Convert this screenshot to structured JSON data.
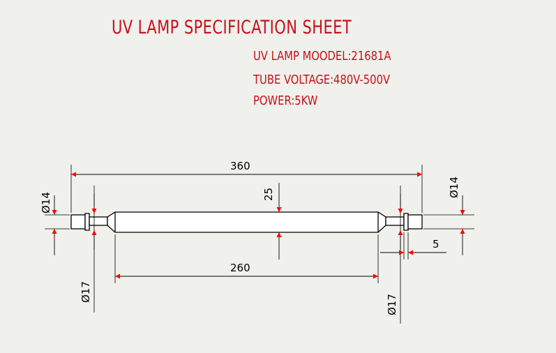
{
  "sheet": {
    "title": "UV LAMP SPECIFICATION SHEET",
    "specs": {
      "model": "UV LAMP MOODEL:21681A",
      "voltage": "TUBE VOLTAGE:480V-500V",
      "power": "POWER:5KW"
    }
  },
  "dimensions": {
    "overall_length": "360",
    "tube_length": "260",
    "tube_diameter": "25",
    "cap_diameter_left": "Ø14",
    "cap_diameter_right": "Ø14",
    "neck_diameter_left": "Ø17",
    "neck_diameter_right": "Ø17",
    "cap_gap": "5"
  },
  "colors": {
    "title": "#c8101a",
    "arrow": "#ff0000",
    "line": "#000000",
    "background": "#f0f0ec"
  }
}
